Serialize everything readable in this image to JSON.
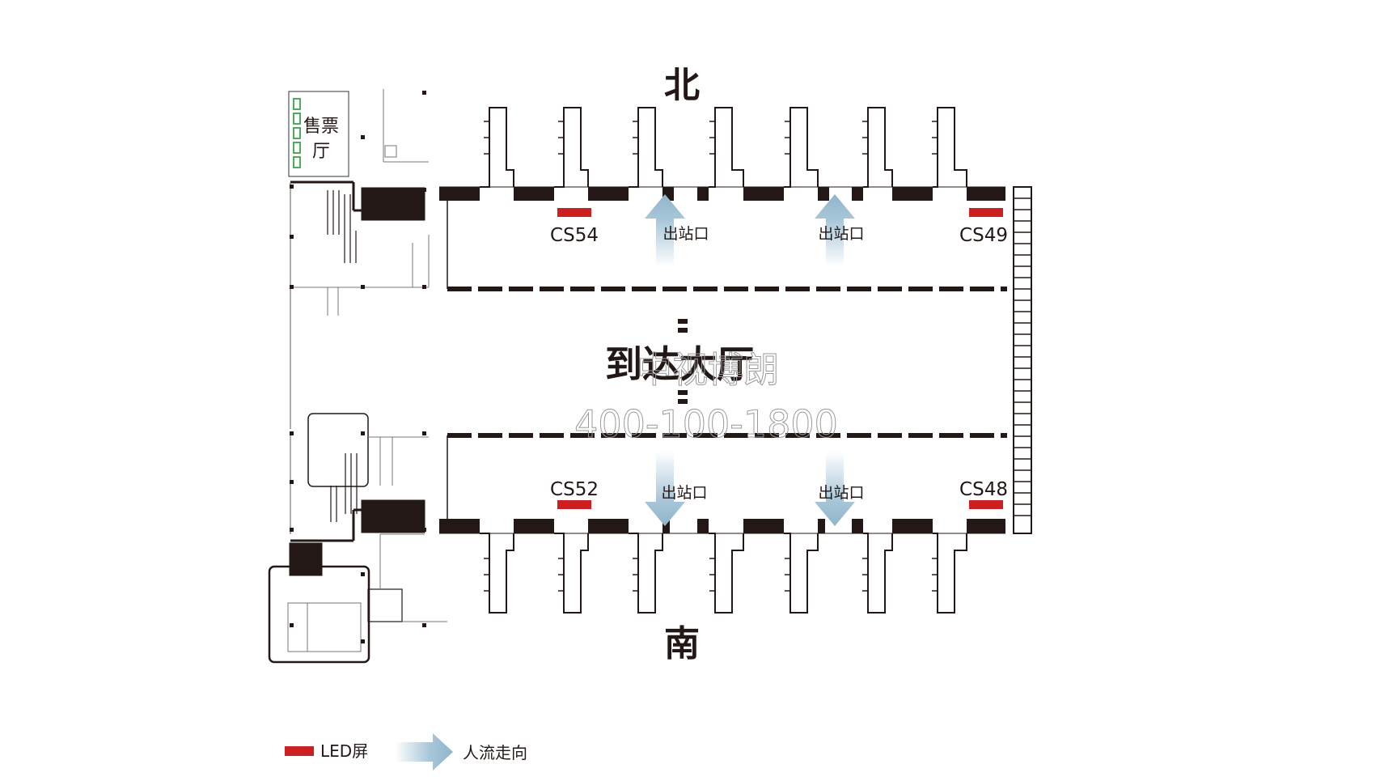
{
  "compass": {
    "north": "北",
    "south": "南"
  },
  "hall": {
    "name": "到达大厅"
  },
  "ticket_hall": {
    "line1": "售票",
    "line2": "厅"
  },
  "exit_label": "出站口",
  "led_screens": [
    {
      "id": "CS54",
      "side": "north"
    },
    {
      "id": "CS49",
      "side": "north"
    },
    {
      "id": "CS52",
      "side": "south"
    },
    {
      "id": "CS48",
      "side": "south"
    }
  ],
  "watermark": {
    "name": "中视博朗",
    "phone": "400-100-1800"
  },
  "legend": {
    "led_label": "LED屏",
    "flow_label": "人流走向"
  },
  "colors": {
    "led": "#cc1f1f",
    "wall": "#231815",
    "arrow": "#a8c6d9"
  }
}
